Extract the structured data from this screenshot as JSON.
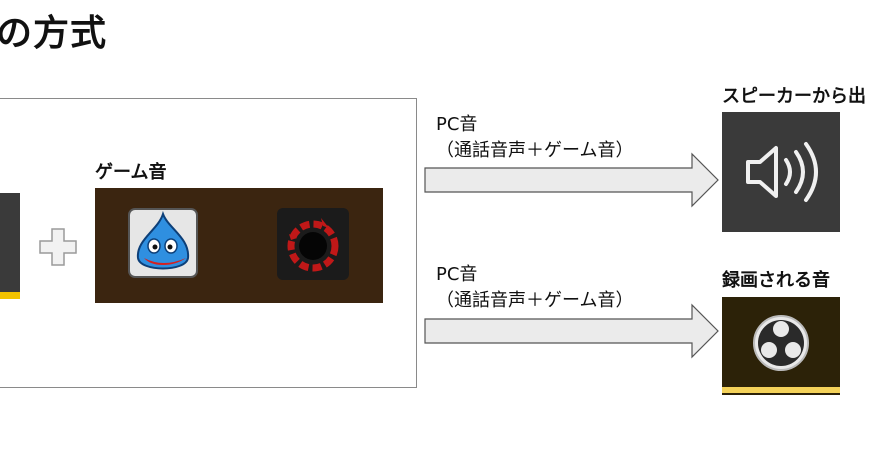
{
  "title": "の方式",
  "game_label": "ゲーム音",
  "arrows": [
    {
      "line1": "PC音",
      "line2": "（通話音声＋ゲーム音）"
    },
    {
      "line1": "PC音",
      "line2": "（通話音声＋ゲーム音）"
    }
  ],
  "outputs": {
    "speaker_label": "スピーカーから出",
    "record_label": "録画される音"
  },
  "icons": [
    "plus-icon",
    "slime-icon",
    "ffxiv-meteor-icon",
    "speaker-icon",
    "obs-icon"
  ],
  "colors": {
    "game_box": "#3b2510",
    "left_tile_accent": "#f2c200",
    "speaker_box": "#3a3a3a",
    "record_box": "#2c2208",
    "record_bar": "#f4d25a",
    "arrow_fill": "#ebebeb"
  }
}
